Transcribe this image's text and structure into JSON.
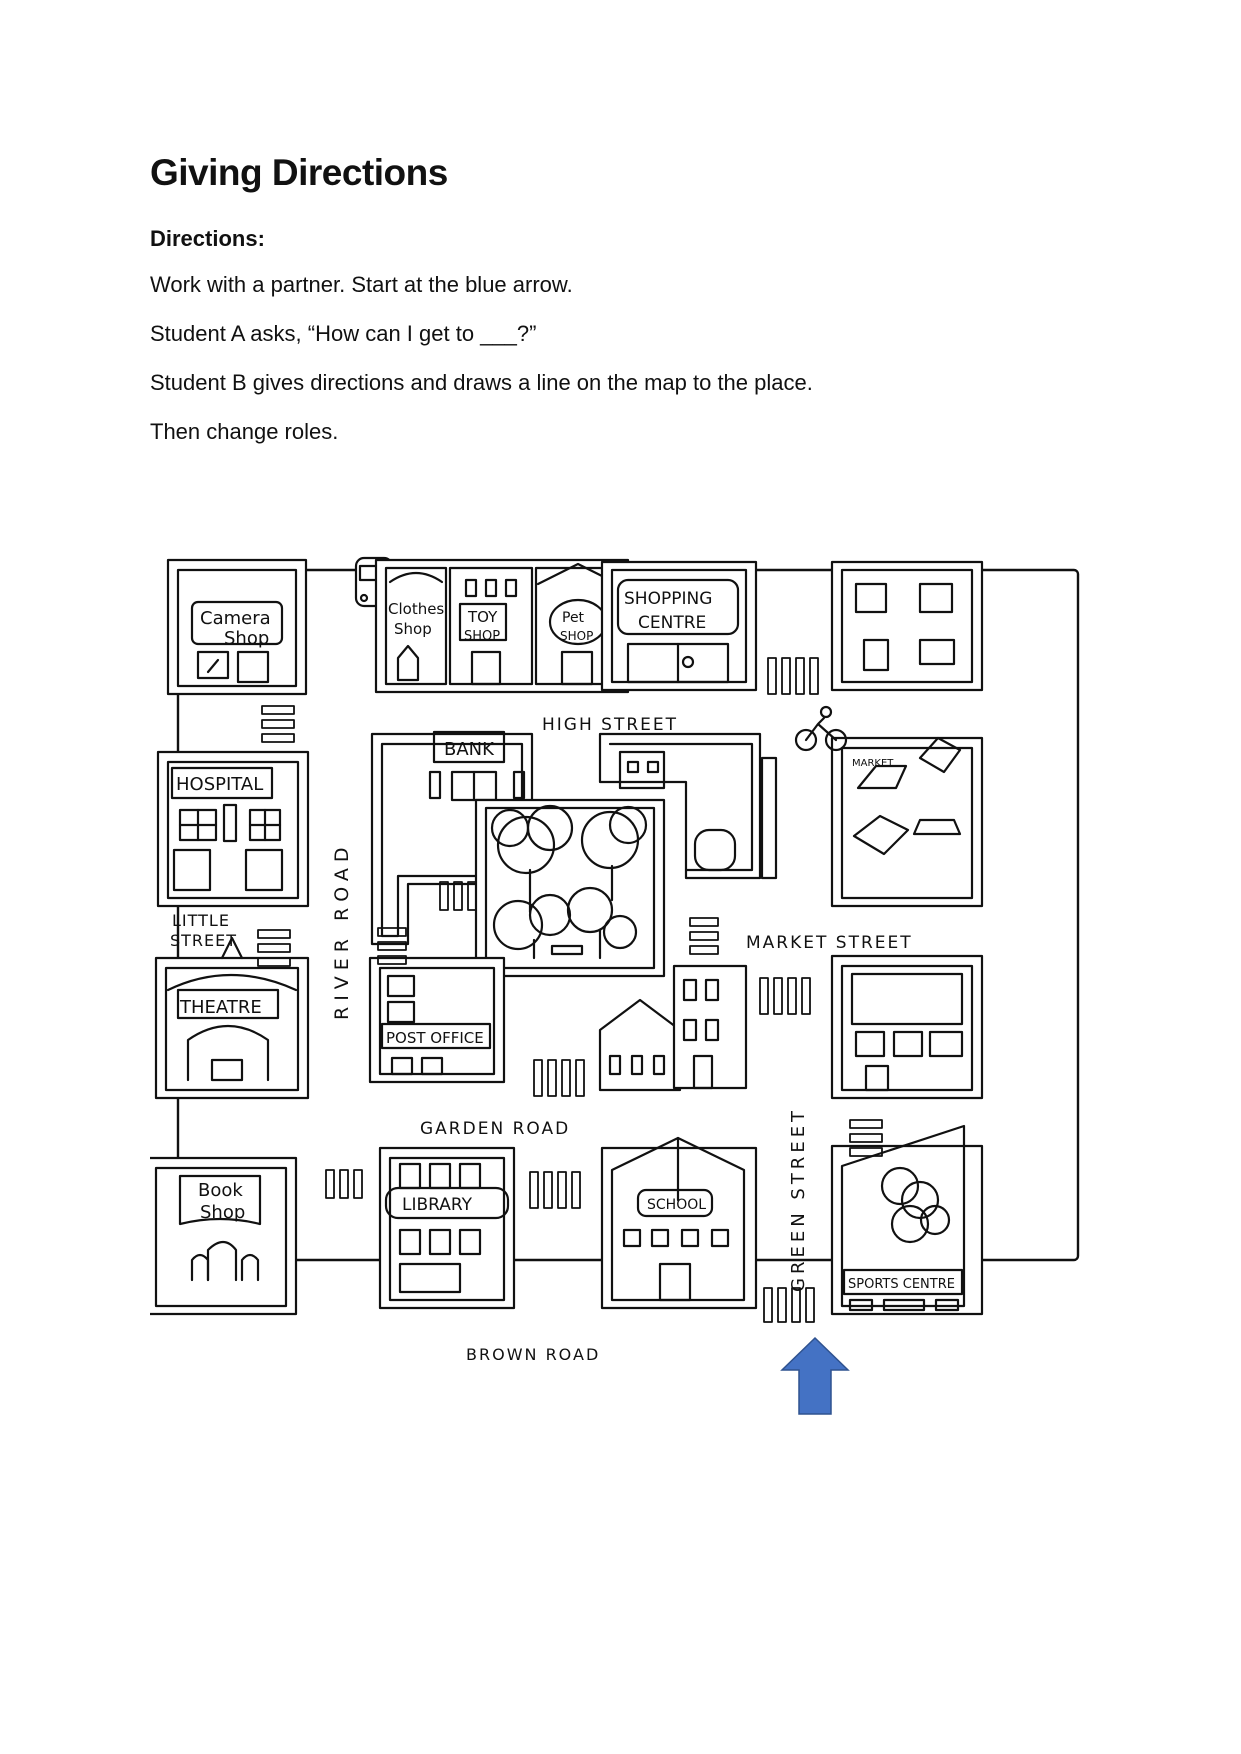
{
  "title": "Giving Directions",
  "subheading": "Directions:",
  "instructions": [
    "Work with a partner. Start at the blue arrow.",
    "Student A asks, “How can I get to ___?”",
    "Student B gives directions and draws a line on the map to the place.",
    "Then change roles."
  ],
  "map": {
    "arrow_color": "#4472C4",
    "streets": {
      "high_street": "HIGH STREET",
      "market_street": "MARKET STREET",
      "garden_road": "GARDEN ROAD",
      "brown_road": "BROWN ROAD",
      "river_road": "RIVER ROAD",
      "green_street": "GREEN STREET",
      "little_street_1": "LITTLE",
      "little_street_2": "STREET"
    },
    "places": {
      "camera_shop_1": "Camera",
      "camera_shop_2": "Shop",
      "clothes_shop_1": "Clothes",
      "clothes_shop_2": "Shop",
      "toy_shop_1": "TOY",
      "toy_shop_2": "SHOP",
      "pet_shop_1": "Pet",
      "pet_shop_2": "SHOP",
      "shopping_centre_1": "SHOPPING",
      "shopping_centre_2": "CENTRE",
      "hospital": "HOSPITAL",
      "bank": "BANK",
      "market": "MARKET",
      "theatre": "THEATRE",
      "post_office": "POST OFFICE",
      "book_shop_1": "Book",
      "book_shop_2": "Shop",
      "library": "LIBRARY",
      "school": "SCHOOL",
      "sports_centre": "SPORTS CENTRE"
    }
  }
}
